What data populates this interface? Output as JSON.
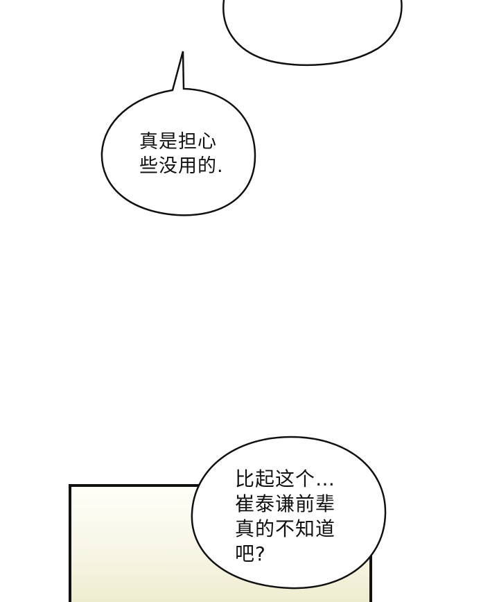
{
  "comic": {
    "panel_background": "#f4f3e0",
    "bubbles": [
      {
        "id": "top-partial",
        "text": ""
      },
      {
        "id": "middle",
        "lines": [
          "真是担心",
          "些没用的."
        ]
      },
      {
        "id": "bottom",
        "lines": [
          "比起这个…",
          "崔泰谦前辈",
          "真的不知道",
          "吧?"
        ]
      }
    ]
  }
}
